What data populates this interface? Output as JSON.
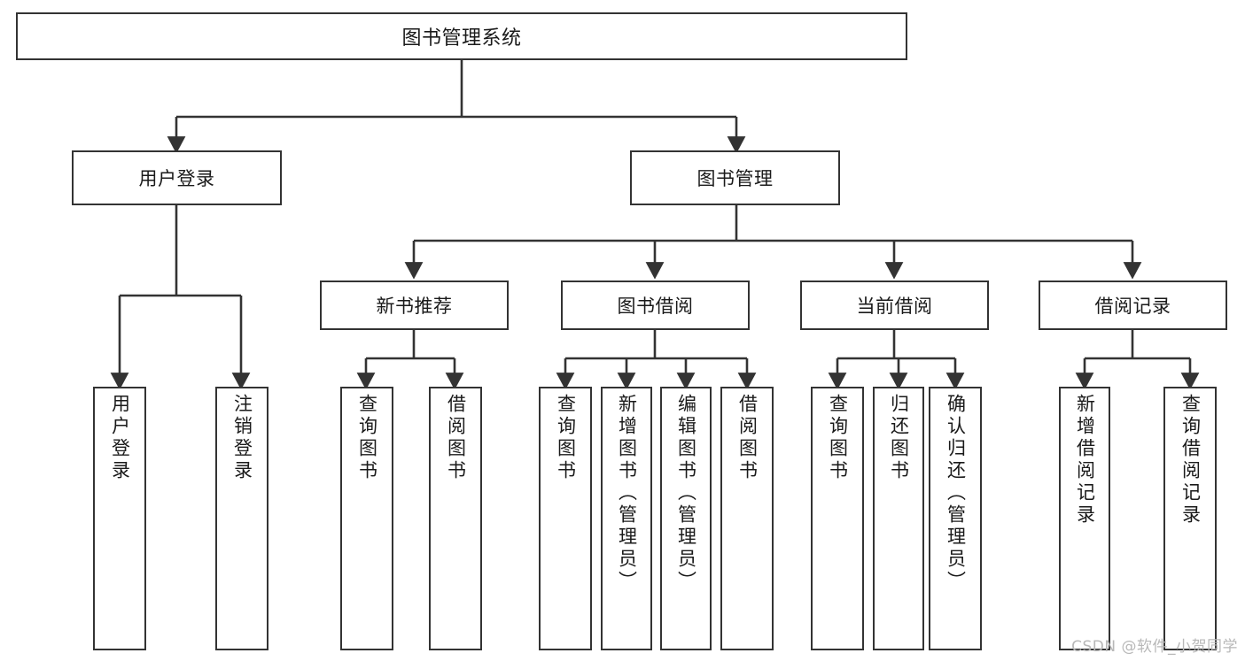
{
  "diagram": {
    "type": "tree",
    "title": "图书管理系统",
    "watermark": "CSDN @软件_小贺同学",
    "colors": {
      "stroke": "#333333",
      "fill": "#ffffff",
      "text": "#1a1a1a",
      "watermark": "#b8b8b8"
    },
    "root": {
      "label": "图书管理系统"
    },
    "level2": [
      {
        "id": "user-login",
        "label": "用户登录"
      },
      {
        "id": "book-manage",
        "label": "图书管理"
      }
    ],
    "level3": [
      {
        "id": "new-book-recommend",
        "label": "新书推荐",
        "parent": "book-manage"
      },
      {
        "id": "book-borrow",
        "label": "图书借阅",
        "parent": "book-manage"
      },
      {
        "id": "current-borrow",
        "label": "当前借阅",
        "parent": "book-manage"
      },
      {
        "id": "borrow-record",
        "label": "借阅记录",
        "parent": "book-manage"
      }
    ],
    "leaves": [
      {
        "id": "leaf-user-login",
        "label": "用户登录",
        "parent": "user-login"
      },
      {
        "id": "leaf-user-logout",
        "label": "注销登录",
        "parent": "user-login"
      },
      {
        "id": "leaf-query-book-1",
        "label": "查询图书",
        "parent": "new-book-recommend"
      },
      {
        "id": "leaf-borrow-book-1",
        "label": "借阅图书",
        "parent": "new-book-recommend"
      },
      {
        "id": "leaf-query-book-2",
        "label": "查询图书",
        "parent": "book-borrow"
      },
      {
        "id": "leaf-add-book",
        "label": "新增图书（管理员）",
        "parent": "book-borrow"
      },
      {
        "id": "leaf-edit-book",
        "label": "编辑图书（管理员）",
        "parent": "book-borrow"
      },
      {
        "id": "leaf-borrow-book-2",
        "label": "借阅图书",
        "parent": "book-borrow"
      },
      {
        "id": "leaf-query-book-3",
        "label": "查询图书",
        "parent": "current-borrow"
      },
      {
        "id": "leaf-return-book",
        "label": "归还图书",
        "parent": "current-borrow"
      },
      {
        "id": "leaf-confirm-return",
        "label": "确认归还（管理员）",
        "parent": "current-borrow"
      },
      {
        "id": "leaf-add-record",
        "label": "新增借阅记录",
        "parent": "borrow-record"
      },
      {
        "id": "leaf-query-record",
        "label": "查询借阅记录",
        "parent": "borrow-record"
      }
    ]
  }
}
